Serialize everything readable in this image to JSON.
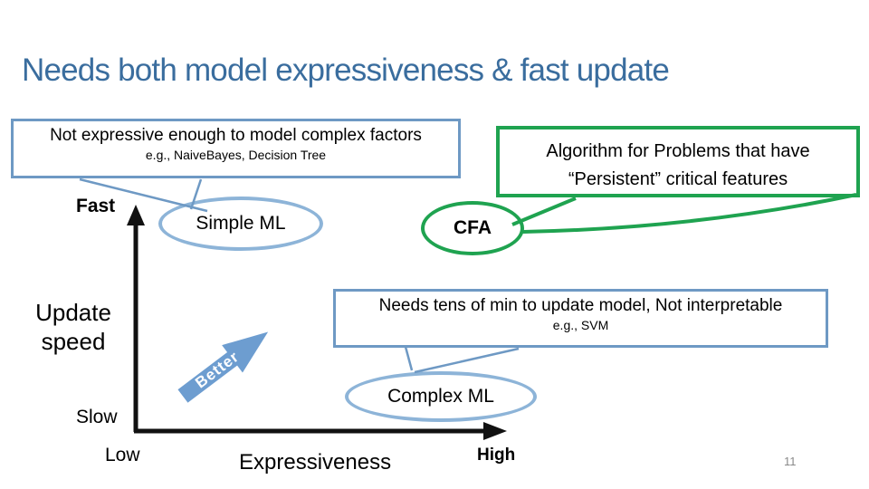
{
  "slide": {
    "title": "Needs both model expressiveness & fast update",
    "page_number": "11"
  },
  "colors": {
    "title_text": "#3A6D9E",
    "callout_border_blue": "#6E99C4",
    "ellipse_border_blue": "#8DB4D8",
    "green": "#1FA350",
    "better_arrow_fill": "#6D9DD0",
    "axis_black": "#111111",
    "page_number_gray": "#8A8A8A"
  },
  "callouts": {
    "not_expressive": {
      "line1": "Not expressive enough to model complex factors",
      "line2": "e.g., NaiveBayes, Decision Tree"
    },
    "persistent": {
      "line1": "Algorithm for Problems that have",
      "line2": "“Persistent” critical features"
    },
    "slow_update": {
      "line1": "Needs tens of min to update model, Not interpretable",
      "line2": "e.g., SVM"
    }
  },
  "ellipses": {
    "simple_ml": "Simple ML",
    "cfa": "CFA",
    "complex_ml": "Complex ML"
  },
  "axes": {
    "y_top_label": "Fast",
    "y_bottom_label": "Slow",
    "y_axis_title_line1": "Update",
    "y_axis_title_line2": "speed",
    "x_left_label": "Low",
    "x_right_label": "High",
    "x_axis_title": "Expressiveness",
    "better_arrow_label": "Better"
  }
}
